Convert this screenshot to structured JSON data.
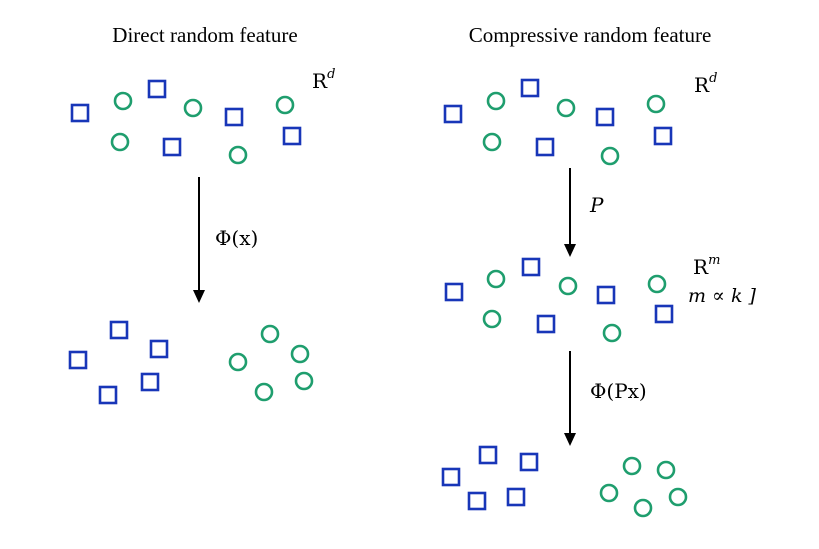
{
  "left": {
    "title": "Direct random feature",
    "space_label": "R",
    "space_sup": "d",
    "map_label": "Φ(x)"
  },
  "right": {
    "title": "Compressive random feature",
    "space1_label": "R",
    "space1_sup": "d",
    "projection_label": "P",
    "space2_label": "R",
    "space2_sup": "m",
    "dim_relation": "m ∝ k ]",
    "map_label": "Φ(Px)"
  },
  "colors": {
    "square": "#1836b8",
    "circle": "#1f9e6e",
    "arrow": "#000000"
  }
}
